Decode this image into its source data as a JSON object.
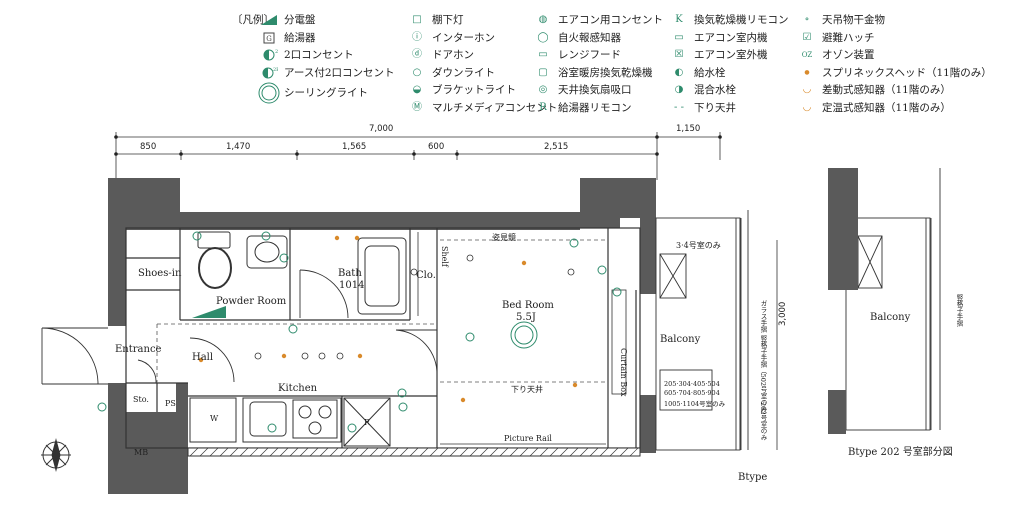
{
  "legend": {
    "title": "〔凡例〕",
    "col1": [
      {
        "icon": "panelboard-icon",
        "label": "分電盤"
      },
      {
        "icon": "water-heater-icon",
        "label": "給湯器",
        "mark": "G"
      },
      {
        "icon": "double-outlet-icon",
        "label": "2口コンセント",
        "mark": "◐2"
      },
      {
        "icon": "grounded-outlet-icon",
        "label": "アース付2口コンセント",
        "mark": "◐2E"
      },
      {
        "icon": "ceiling-light-icon",
        "label": "シーリングライト"
      }
    ],
    "col2": [
      {
        "icon": "shelf-light-icon",
        "label": "棚下灯",
        "mark": "□"
      },
      {
        "icon": "intercom-icon",
        "label": "インターホン",
        "mark": "ⓘ"
      },
      {
        "icon": "door-phone-icon",
        "label": "ドアホン",
        "mark": "ⓓ"
      },
      {
        "icon": "downlight-icon",
        "label": "ダウンライト",
        "mark": "○"
      },
      {
        "icon": "bracket-light-icon",
        "label": "ブラケットライト",
        "mark": "◒"
      },
      {
        "icon": "multimedia-outlet-icon",
        "label": "マルチメディアコンセント",
        "mark": "Ⓜ"
      }
    ],
    "col3": [
      {
        "icon": "ac-outlet-icon",
        "label": "エアコン用コンセント",
        "mark": "◍"
      },
      {
        "icon": "fire-detector-icon",
        "label": "自火報感知器",
        "mark": "◯"
      },
      {
        "icon": "range-hood-icon",
        "label": "レンジフード",
        "mark": "▭"
      },
      {
        "icon": "bath-dryer-icon",
        "label": "浴室暖房換気乾燥機",
        "mark": "▢"
      },
      {
        "icon": "ceiling-vent-icon",
        "label": "天井換気扇吸口",
        "mark": "◎"
      },
      {
        "icon": "heater-remote-icon",
        "label": "給湯器リモコン",
        "mark": "R"
      }
    ],
    "col4": [
      {
        "icon": "dryer-remote-icon",
        "label": "換気乾燥機リモコン",
        "mark": "K"
      },
      {
        "icon": "ac-indoor-icon",
        "label": "エアコン室内機",
        "mark": "▭"
      },
      {
        "icon": "ac-outdoor-icon",
        "label": "エアコン室外機",
        "mark": "☒"
      },
      {
        "icon": "water-tap-icon",
        "label": "給水栓",
        "mark": "◐"
      },
      {
        "icon": "mixer-tap-icon",
        "label": "混合水栓",
        "mark": "◑"
      },
      {
        "icon": "lowered-ceiling-icon",
        "label": "下り天井",
        "mark": "- -"
      }
    ],
    "col5": [
      {
        "icon": "hanger-icon",
        "label": "天吊物干金物",
        "mark": "∘"
      },
      {
        "icon": "escape-hatch-icon",
        "label": "避難ハッチ",
        "mark": "☑"
      },
      {
        "icon": "ozone-device-icon",
        "label": "オゾン装置",
        "mark": "OZ"
      },
      {
        "icon": "sprinkler-icon",
        "label": "スプリネックスヘッド（11階のみ）",
        "mark": "●"
      },
      {
        "icon": "rate-detector-icon",
        "label": "差動式感知器（11階のみ）",
        "mark": "◡"
      },
      {
        "icon": "fixed-temp-detector-icon",
        "label": "定温式感知器（11階のみ）",
        "mark": "◡"
      }
    ]
  },
  "dimensions": {
    "total_width": "7,000",
    "balcony_width": "1,150",
    "segments": [
      "850",
      "1,470",
      "1,565",
      "600",
      "2,515"
    ],
    "balcony_depth": "3,000"
  },
  "rooms": {
    "shoes_in": "Shoes-in",
    "powder_room": "Powder Room",
    "entrance": "Entrance",
    "hall": "Hall",
    "bath": "Bath",
    "bath_size": "1014",
    "closet": "Clo.",
    "shelf": "Shelf",
    "bedroom": "Bed Room",
    "bedroom_size": "5.5J",
    "kitchen": "Kitchen",
    "storage": "Sto.",
    "ps": "PS",
    "mb": "MB",
    "balcony": "Balcony",
    "curtain_box": "Curtain Box",
    "picture_rail": "Picture Rail",
    "lowered_ceiling": "下り天井",
    "mirror": "姿見鏡",
    "room_note_34": "3·4号室のみ",
    "room_list": [
      "205·304·405·504",
      "605·704·805·904",
      "1005·1104号室のみ"
    ],
    "glass_rail_note": "ガラス手摺 竪格子手摺（502号室のみ）",
    "rail_202": "202号室のみ",
    "washer": "W",
    "fridge": "R"
  },
  "partial": {
    "balcony": "Balcony",
    "rail_note": "竪格子手摺",
    "caption": "Btype 202 号室部分図"
  },
  "type_label": "Btype"
}
